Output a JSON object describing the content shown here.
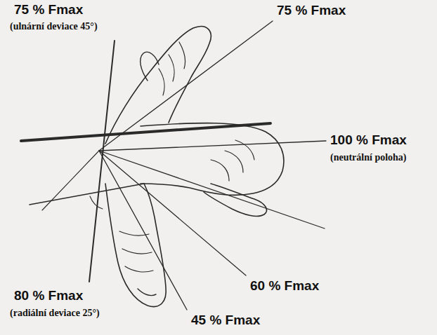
{
  "diagram": {
    "labels": [
      "75 % Fmax",
      "(ulnární deviace 45°)",
      "75 % Fmax",
      "100 % Fmax",
      "(neutrální poloha)",
      "80 % Fmax",
      "(radiální deviace 25°)",
      "60 % Fmax",
      "45 % Fmax"
    ]
  }
}
